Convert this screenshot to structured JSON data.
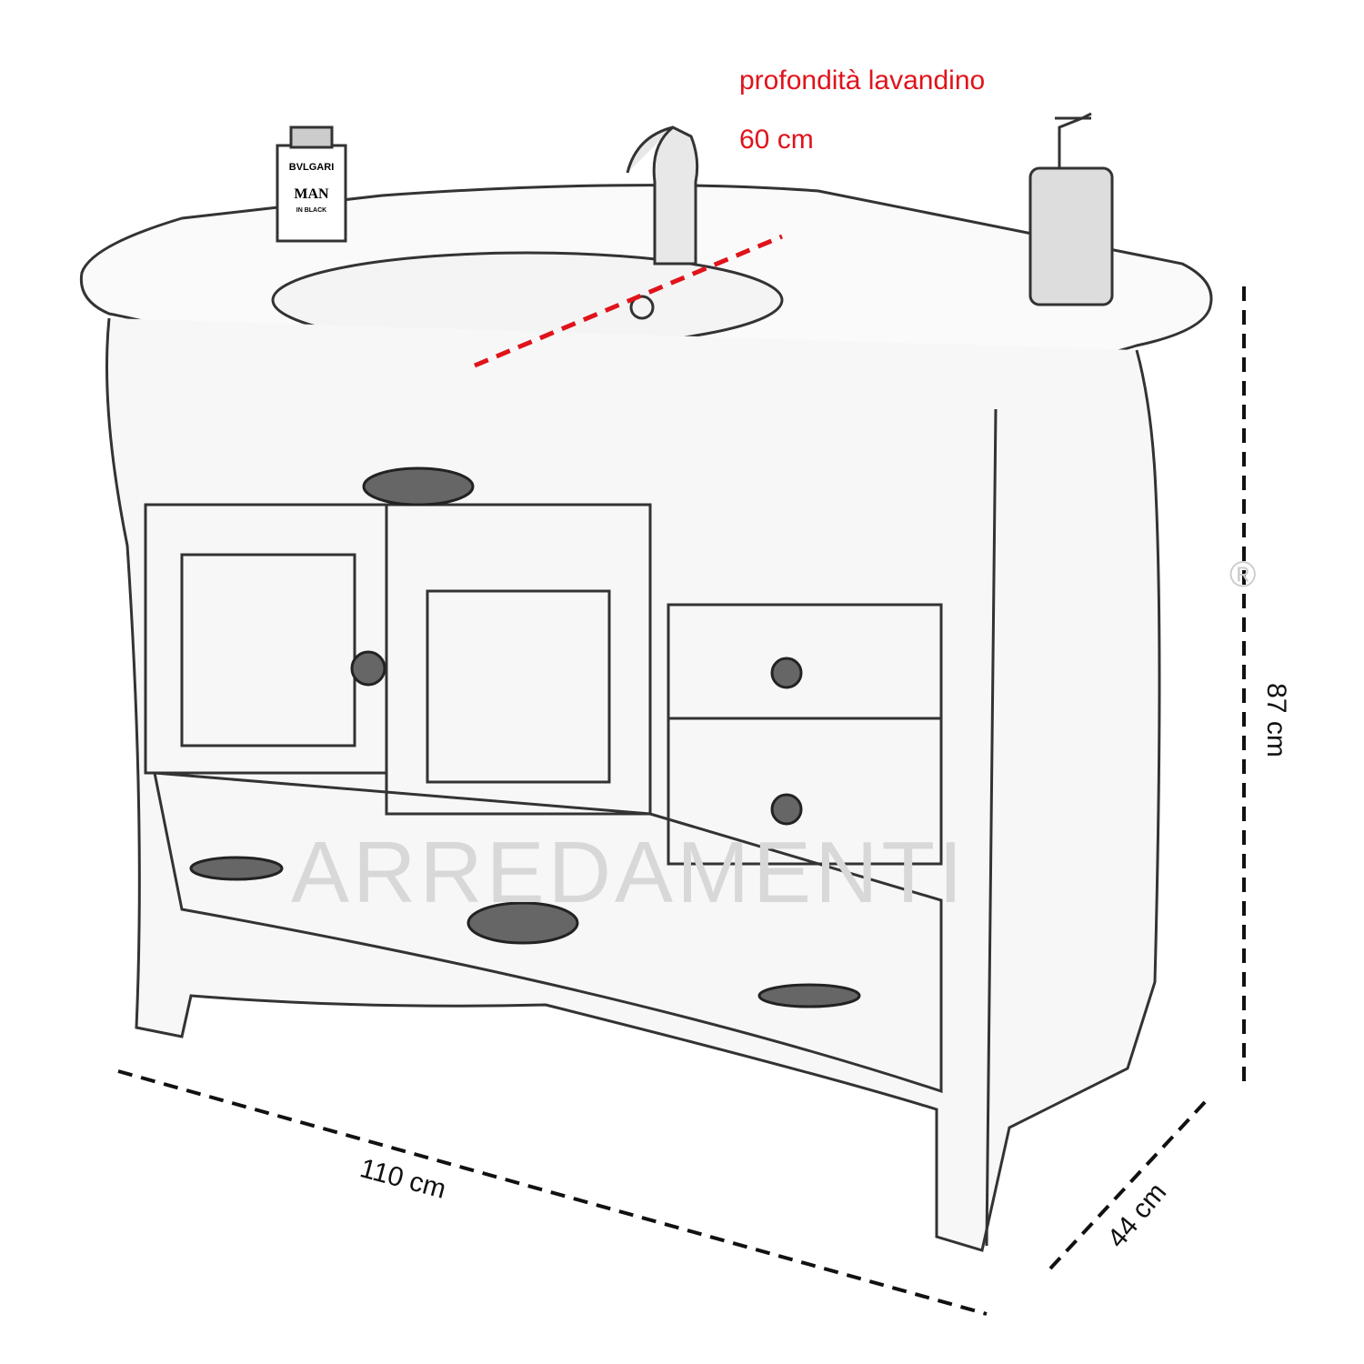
{
  "sink_depth": {
    "label": "profondità lavandino",
    "value": "60 cm"
  },
  "dimensions": {
    "height": "87 cm",
    "width": "110 cm",
    "depth": "44 cm"
  },
  "watermark": {
    "text": "ARREDAMENTI",
    "registered": "®"
  },
  "bottle_label": {
    "brand": "BVLGARI",
    "name": "MAN",
    "sub": "IN BLACK"
  },
  "colors": {
    "accent": "#e0131b",
    "line": "#111111"
  }
}
